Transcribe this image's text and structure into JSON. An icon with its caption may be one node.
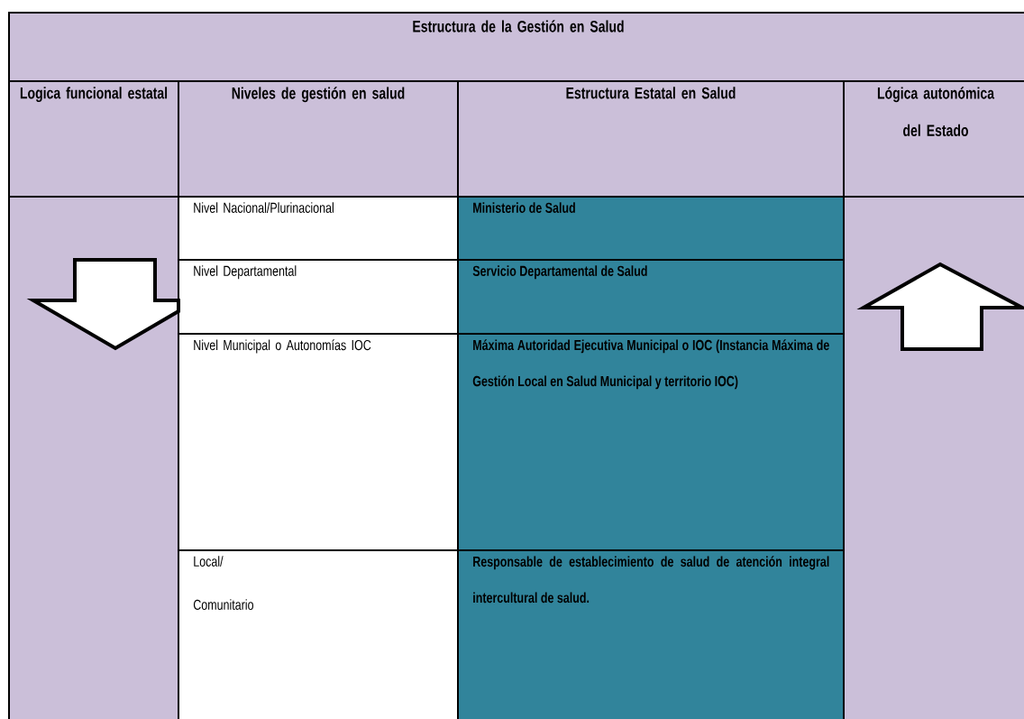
{
  "diagram": {
    "title": "Estructura de la Gestión en Salud",
    "labels": [
      "Logica funcional estatal",
      "Niveles de gestión en salud",
      "Estructura Estatal en Salud",
      "Lógica autonómica del Estado",
      "Nivel Nacional/Plurinacional",
      "Ministerio de Salud",
      "Nivel Departamental",
      "Servicio Departamental de Salud",
      "Nivel Municipal o Autonomías IOC",
      "Máxima Autoridad Ejecutiva Municipal o IOC (Instancia Máxima de Gestión Local en Salud Municipal y territorio IOC)",
      "Local/",
      "Comunitario",
      "Responsable de establecimiento de salud de atención integral intercultural de salud."
    ]
  }
}
